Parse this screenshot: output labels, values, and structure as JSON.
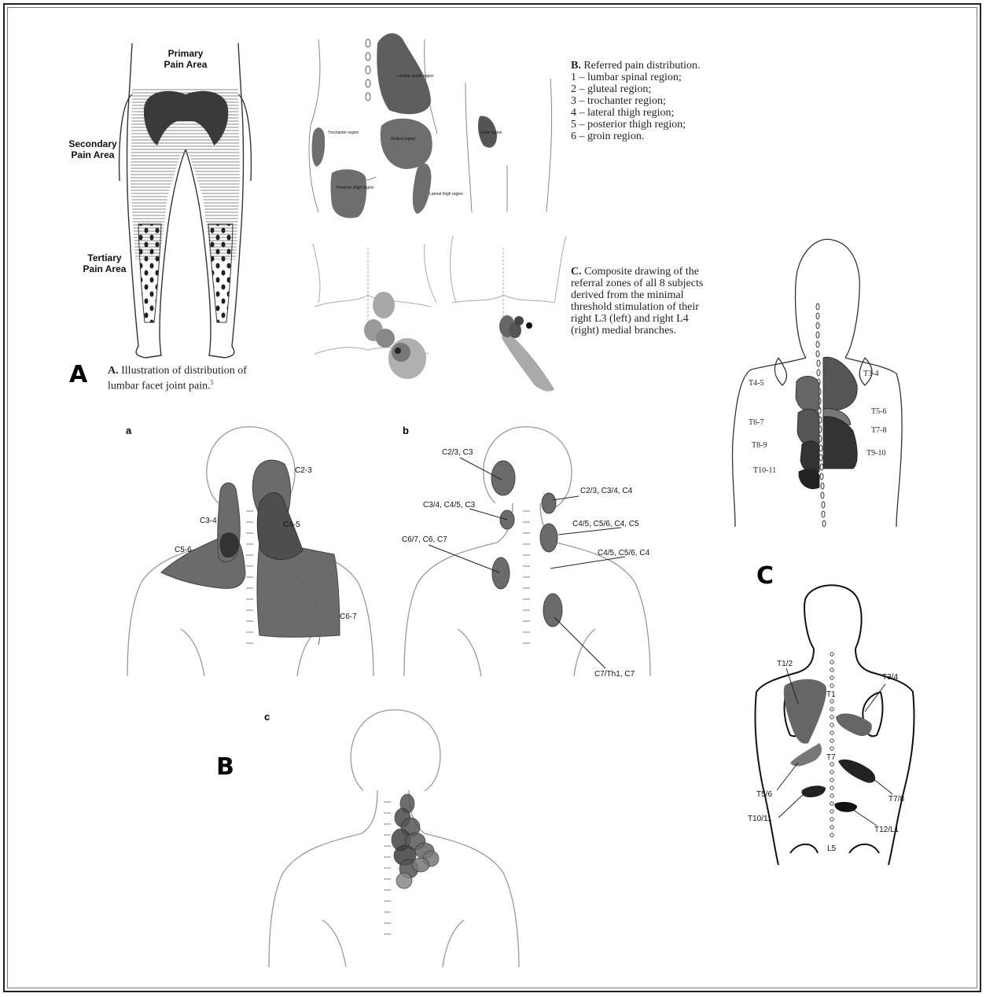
{
  "panel_letters": {
    "A": "A",
    "B": "B",
    "C": "C"
  },
  "lumbar": {
    "zones": {
      "primary": "Primary\nPain Area",
      "secondary": "Secondary\nPain Area",
      "tertiary": "Tertiary\nPain Area"
    },
    "caption_a_lead": "A.",
    "caption_a": "Illustration of distribution of lumbar facet joint pain.",
    "caption_a_ref": "5",
    "region_labels": [
      "Lumbar spinal region",
      "Trochanter region",
      "Gluteal region",
      "Posterior thigh region",
      "Lateral thigh region",
      "Groin region"
    ],
    "caption_b_lead": "B.",
    "caption_b_title": "Referred pain distribution.",
    "caption_b_items": [
      "1 – lumbar spinal region;",
      "2 – gluteal region;",
      "3 – trochanter region;",
      "4 – lateral thigh region;",
      "5 – posterior thigh region;",
      "6 – groin region."
    ],
    "caption_c_lead": "C.",
    "caption_c": "Composite drawing of the referral zones of all 8 subjects derived from the minimal threshold stimulation of their right L3 (left) and right L4 (right) medial branches."
  },
  "cervical": {
    "sub_a": "a",
    "sub_b": "b",
    "sub_c": "c",
    "a_labels": [
      "C2-3",
      "C3-4",
      "C4-5",
      "C5-6",
      "C6-7"
    ],
    "b_labels": [
      "C2/3, C3",
      "C2/3, C3/4, C4",
      "C3/4, C4/5, C3",
      "C4/5, C5/6, C4, C5",
      "C6/7, C6, C7",
      "C4/5, C5/6, C4",
      "C7/Th1, C7"
    ]
  },
  "thoracic_top": {
    "left_labels": [
      "T4-5",
      "T6-7",
      "T8-9",
      "T10-11"
    ],
    "right_labels": [
      "T3-4",
      "T5-6",
      "T7-8",
      "T9-10"
    ]
  },
  "thoracic_bottom": {
    "labels": [
      "T1/2",
      "T3/4",
      "T1",
      "T7",
      "T5/6",
      "T7/8",
      "T10/11",
      "T12/L1",
      "L5"
    ]
  },
  "colors": {
    "dark": "#3a3a3a",
    "mid": "#6b6b6b",
    "light": "#a8a8a8",
    "line": "#b5b5b5"
  }
}
